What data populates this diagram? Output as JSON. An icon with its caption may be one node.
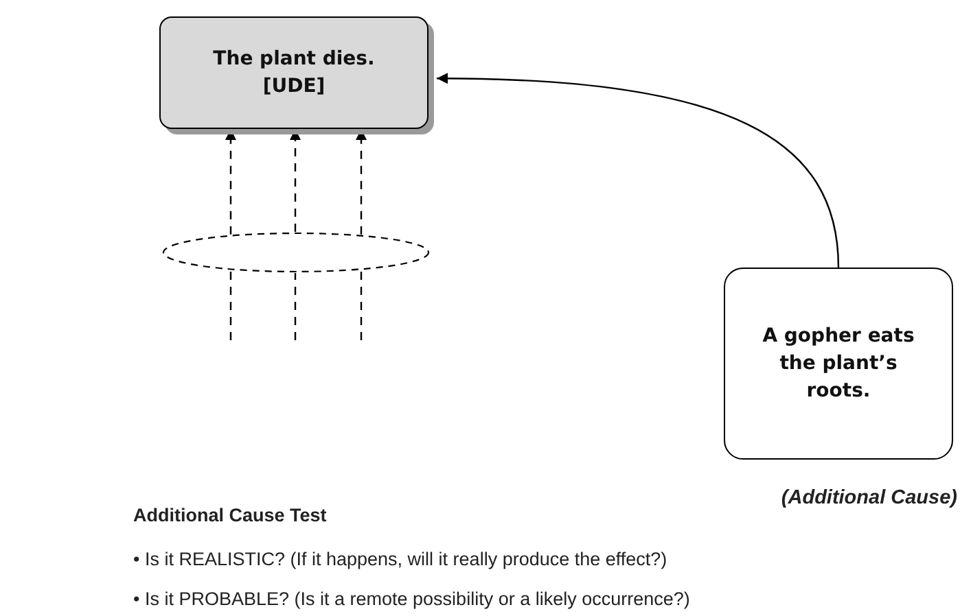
{
  "diagram": {
    "nodes": [
      {
        "text": [
          "The plant dies. [UDE]"
        ]
      },
      {
        "text": [],
        "shape": "ellipse"
      },
      {
        "text": [
          "A gopher eats the plant’s roots."
        ],
        "beside": [
          "(Additional Cause)"
        ]
      }
    ],
    "edges": [
      {
        "from": 1,
        "to": 0,
        "arrow": "to",
        "style": "dashed"
      },
      {
        "from": 1,
        "to": 0,
        "arrow": "to",
        "style": "dashed"
      },
      {
        "from": 1,
        "to": 0,
        "arrow": "to",
        "style": "dashed"
      },
      {
        "from": null,
        "to": 1,
        "arrow": "none",
        "style": "dashed"
      },
      {
        "from": null,
        "to": 1,
        "arrow": "none",
        "style": "dashed"
      },
      {
        "from": null,
        "to": 1,
        "arrow": "none",
        "style": "dashed"
      },
      {
        "from": 2,
        "to": 0,
        "arrow": "to"
      }
    ],
    "labels": [
      "Additional Cause Test",
      "• Is it REALISTIC? (If it happens, will it really produce the effect?)",
      "• Is it PROBABLE? (Is it a remote possibility or a likely occurrence?)"
    ]
  }
}
